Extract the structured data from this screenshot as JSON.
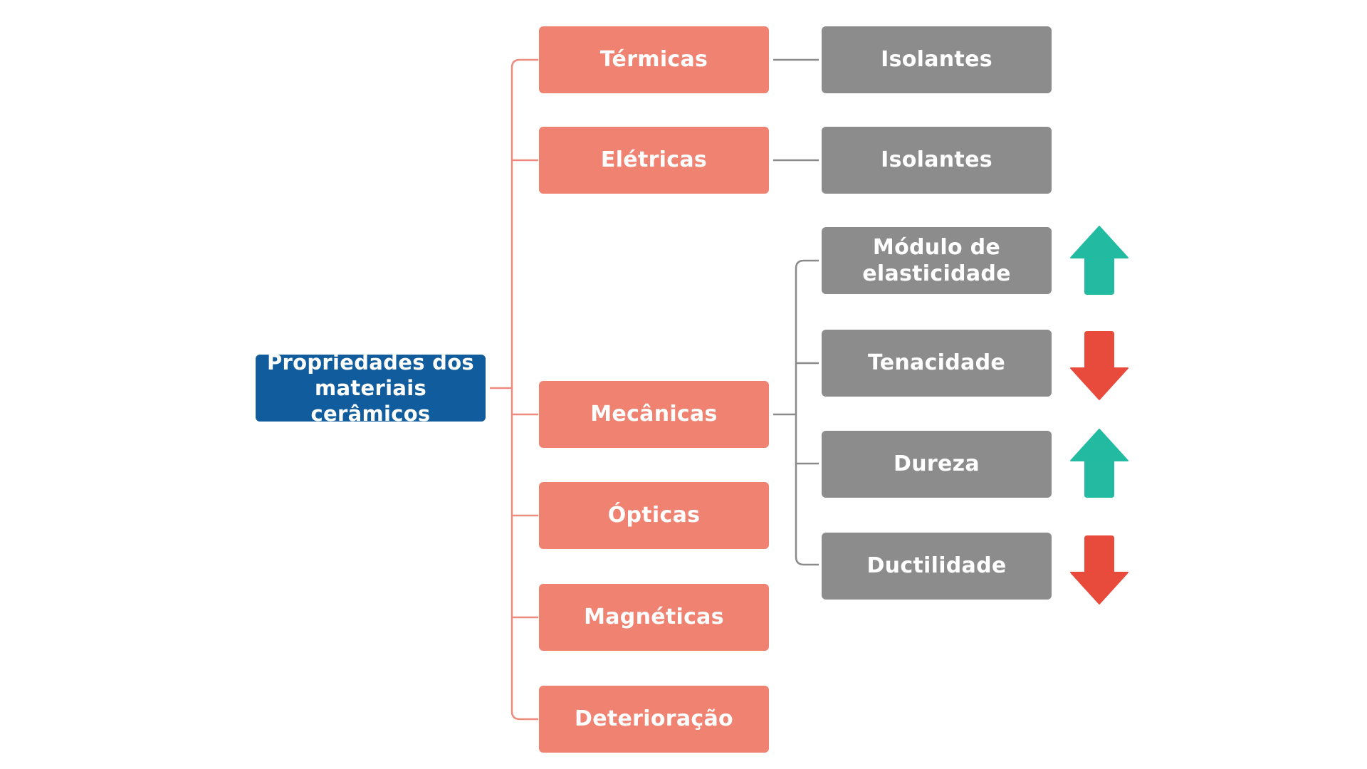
{
  "root": {
    "label": "Propriedades dos materiais cerâmicos"
  },
  "categories": [
    {
      "label": "Térmicas"
    },
    {
      "label": "Elétricas"
    },
    {
      "label": "Mecânicas"
    },
    {
      "label": "Ópticas"
    },
    {
      "label": "Magnéticas"
    },
    {
      "label": "Deterioração"
    }
  ],
  "thermal_leaf": {
    "label": "Isolantes"
  },
  "electrical_leaf": {
    "label": "Isolantes"
  },
  "mechanical_leaves": [
    {
      "label": "Módulo de elasticidade",
      "trend": "up"
    },
    {
      "label": "Tenacidade",
      "trend": "down"
    },
    {
      "label": "Dureza",
      "trend": "up"
    },
    {
      "label": "Ductilidade",
      "trend": "down"
    }
  ],
  "colors": {
    "root": "#115C9C",
    "category": "#F08272",
    "leaf": "#8C8C8C",
    "connector_category": "#EE8A7E",
    "connector_leaf": "#8A8A8A",
    "arrow_up": "#22BBA2",
    "arrow_down": "#E84A3C"
  }
}
